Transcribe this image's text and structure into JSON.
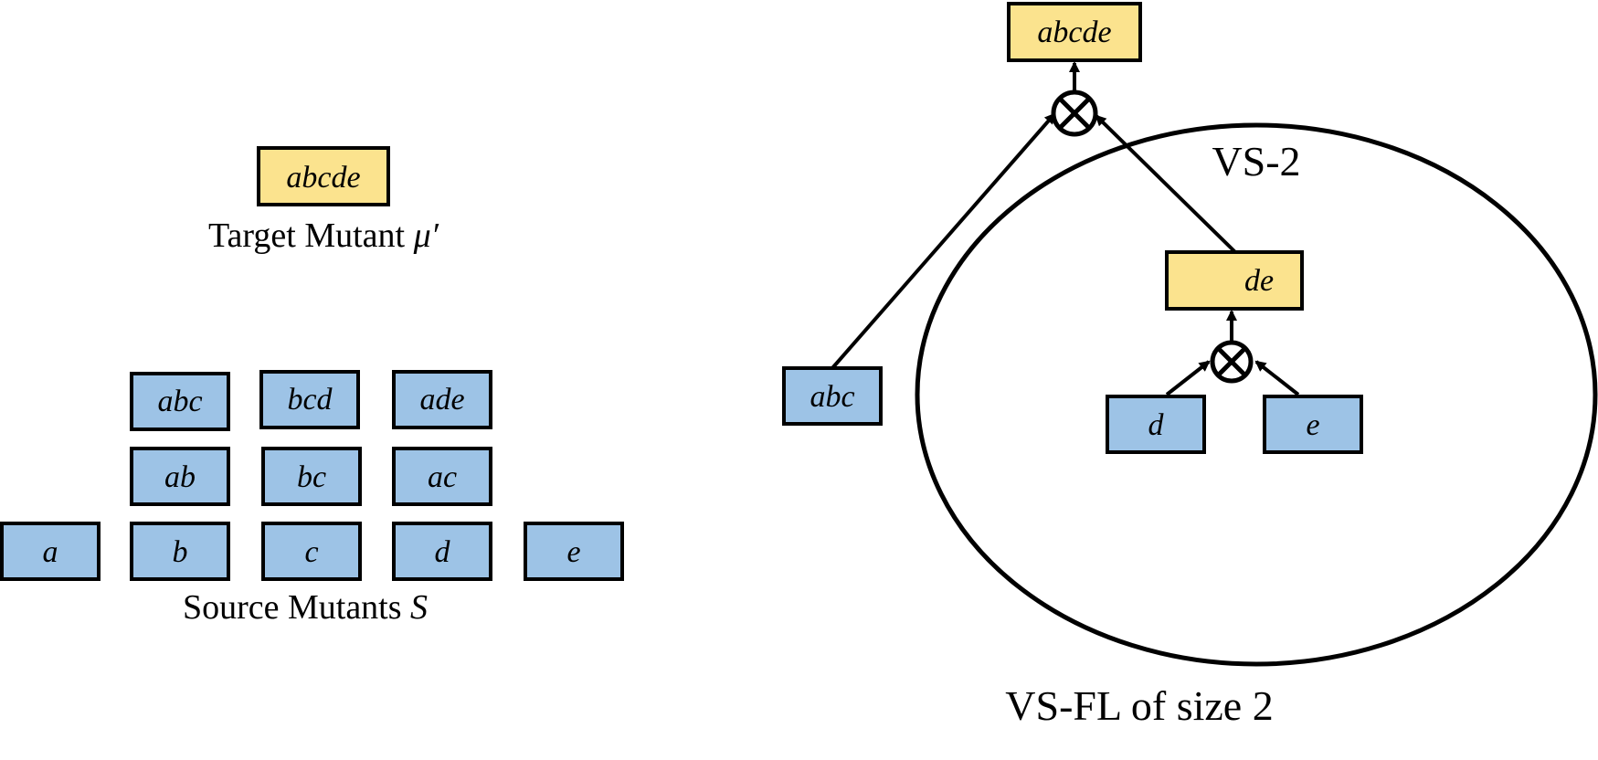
{
  "colors": {
    "source_fill": "#9DC3E6",
    "target_fill": "#FBE38E",
    "stroke": "#000000",
    "background": "#FFFFFF"
  },
  "left_panel": {
    "target": {
      "label": "abcde"
    },
    "target_caption": {
      "text": "Target Mutant ",
      "symbol": "μ′"
    },
    "source_rows": [
      [
        "abc",
        "bcd",
        "ade"
      ],
      [
        "ab",
        "bc",
        "ac"
      ],
      [
        "a",
        "b",
        "c",
        "d",
        "e"
      ]
    ],
    "source_caption": {
      "text": "Source Mutants ",
      "symbol": "S"
    }
  },
  "right_panel": {
    "top_node": "abcde",
    "left_input": "abc",
    "inner_node": "de",
    "inner_inputs": [
      "d",
      "e"
    ],
    "combine_icon": "circled-times-icon",
    "region_label": "VS-2",
    "caption": "VS-FL of size 2"
  }
}
